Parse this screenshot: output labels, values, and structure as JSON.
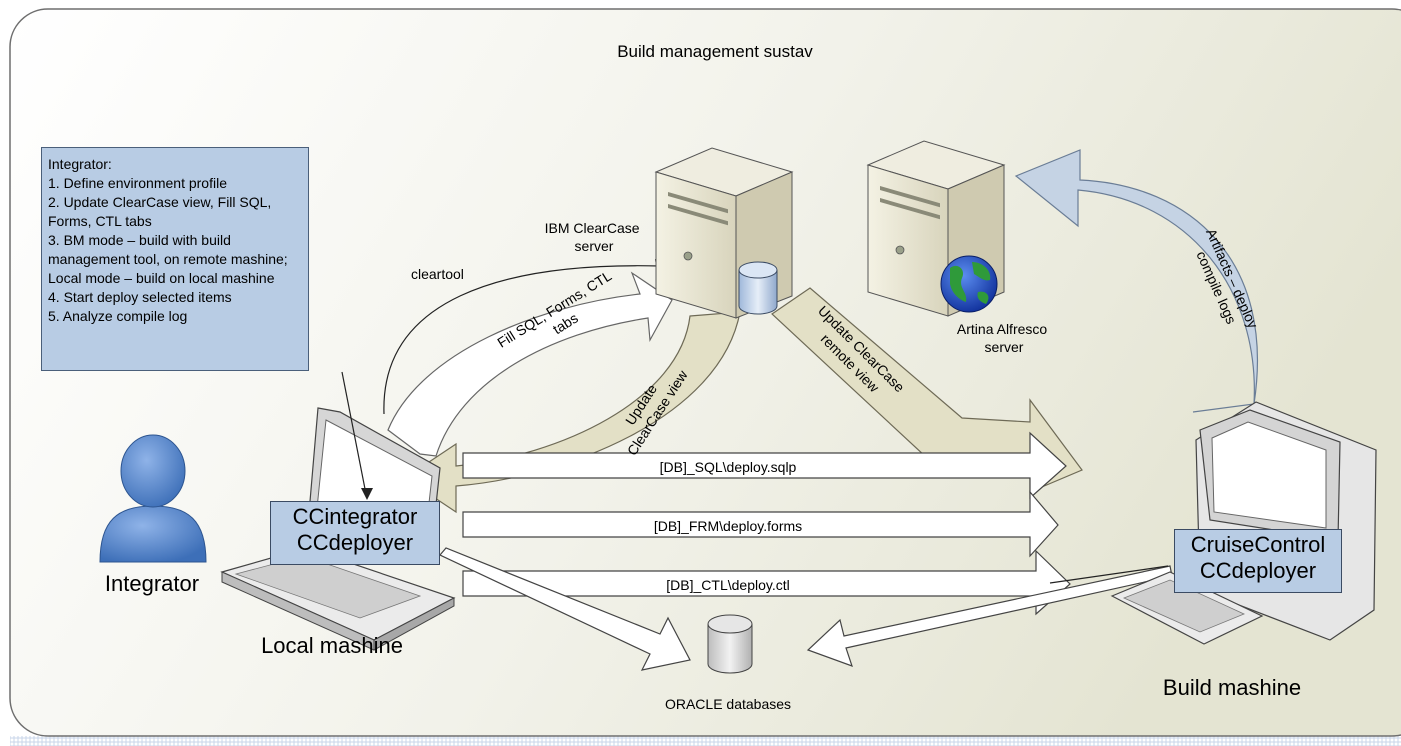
{
  "diagram": {
    "title": "Build management sustav",
    "notes": {
      "heading": "Integrator:",
      "items": [
        "1. Define environment profile",
        "2. Update ClearCase view, Fill SQL, Forms, CTL tabs",
        "3. BM mode – build with build management tool, on remote mashine; Local mode – build on local mashine",
        "4. Start deploy selected items",
        "5. Analyze compile log"
      ]
    },
    "nodes": {
      "clearcase_server": "IBM ClearCase\nserver",
      "alfresco_server": "Artina Alfresco\nserver",
      "integrator": "Integrator",
      "local_machine": "Local mashine",
      "local_box": [
        "CCintegrator",
        "CCdeployer"
      ],
      "build_box": [
        "CruiseControl",
        "CCdeployer"
      ],
      "build_machine": "Build mashine",
      "databases": "ORACLE databases"
    },
    "edges": {
      "cleartool": "cleartool",
      "fill_tabs": "Fill SQL, Forms, CTL\ntabs",
      "update_view": "Update\nClearCase view",
      "update_remote": "Update ClearCase\nremote view",
      "artifacts": "Artifacts – deploy\ncompile logs",
      "deploy_sql": "[DB]_SQL\\deploy.sqlp",
      "deploy_forms": "[DB]_FRM\\deploy.forms",
      "deploy_ctl": "[DB]_CTL\\deploy.ctl"
    },
    "colors": {
      "background_light": "#ffffff",
      "background_dark": "#e8e8d8",
      "note_fill": "#b8cce4",
      "khaki_arrow": "#e3e0c6",
      "blue_arrow": "#c5d3e4",
      "person": "#4f7fc4"
    }
  }
}
